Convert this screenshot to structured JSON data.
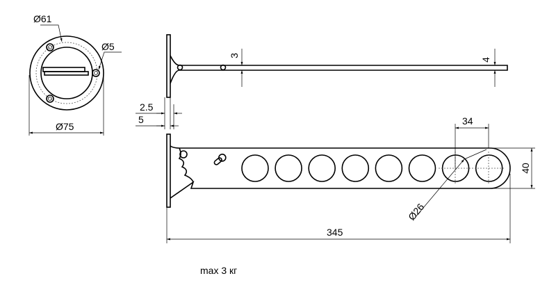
{
  "title": "Wall-mounted hanger bracket drawing",
  "top_view": {
    "d_pitch": "Ø61",
    "d_hole": "Ø5",
    "d_outer": "Ø75"
  },
  "side_view": {
    "t_bar": "3",
    "t_end": "4",
    "plate_t": "2.5",
    "plate_offset": "5"
  },
  "front_view": {
    "pitch": "34",
    "height": "40",
    "d_holes": "Ø26",
    "length": "345",
    "hole_count": 8
  },
  "note": "max 3 кг"
}
